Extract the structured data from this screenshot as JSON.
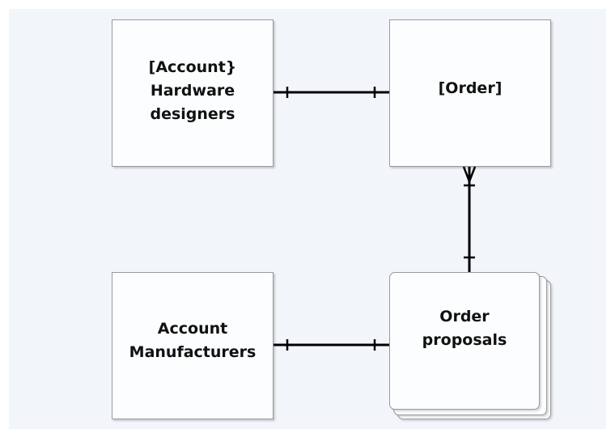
{
  "diagram": {
    "entities": {
      "hardware_designers": {
        "label": "[Account}\nHardware\ndesigners"
      },
      "order": {
        "label": "[Order]"
      },
      "manufacturers": {
        "label": "Account\nManufacturers"
      },
      "order_proposals": {
        "label": "Order\nproposals"
      }
    },
    "relationships": [
      {
        "from": "hardware_designers",
        "to": "order",
        "from_end": "one",
        "to_end": "one"
      },
      {
        "from": "order",
        "to": "order_proposals",
        "from_end": "many",
        "to_end": "one"
      },
      {
        "from": "manufacturers",
        "to": "order_proposals",
        "from_end": "one",
        "to_end": "one"
      }
    ]
  },
  "colors": {
    "canvas_background": "#f2f6fa",
    "entity_fill": "#fbfdfe",
    "entity_border": "#9a9a9a",
    "connector": "#000000"
  }
}
